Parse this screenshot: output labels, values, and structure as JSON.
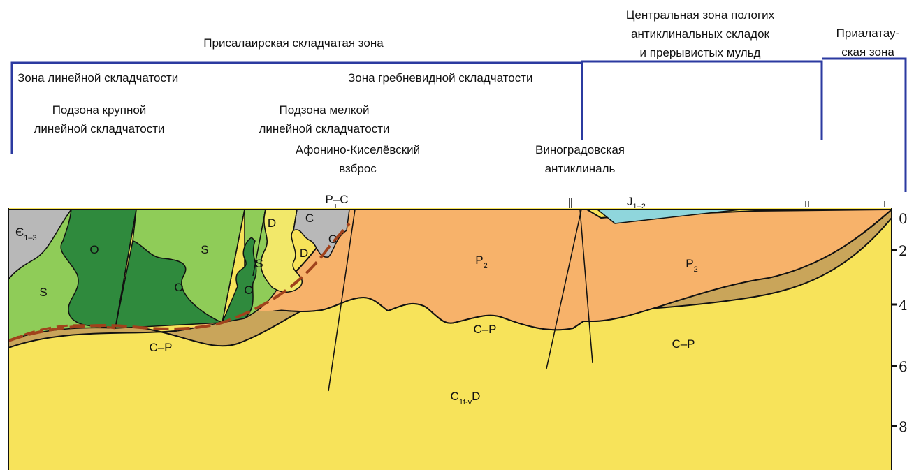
{
  "headers": {
    "prisalair_zone": "Присалаирская складчатая  зона",
    "central_zone": [
      "Центральная зона пологих",
      "антиклинальных складок",
      "и прерывистых мульд"
    ],
    "prialatau_zone": [
      "Приалатау-",
      "ская зона"
    ],
    "linear_folding_zone": "Зона линейной складчатости",
    "comb_folding_zone": "Зона гребневидной складчатости",
    "large_linear_subzone": [
      "Подзона крупной",
      "линейной складчатости"
    ],
    "small_linear_subzone": [
      "Подзона мелкой",
      "линейной складчатости"
    ],
    "afonino_fault": [
      "Афонино-Киселёвский",
      "взброс"
    ],
    "vinogradovo_anticline": [
      "Виноградовская",
      "антиклиналь"
    ]
  },
  "top_marks": {
    "p_c": "P–C",
    "j_base": "J",
    "j_sub": "1–2"
  },
  "units": {
    "cambrian": {
      "base": "Є",
      "sub": "1–3"
    },
    "ordovician": "O",
    "silurian": "S",
    "devonian": "D",
    "carboniferous": "C",
    "permian": {
      "base": "P",
      "sub": "2"
    },
    "carb_perm": "C–P",
    "lower_carb_dev": {
      "base": "C",
      "sub": "1t-v",
      "tail": "D"
    }
  },
  "depth_scale": {
    "ticks": [
      "0",
      "2",
      "4",
      "6",
      "8"
    ]
  },
  "colors": {
    "frame": "#2b3aa0",
    "yellow": "#f7e35a",
    "orange": "#f7b26a",
    "tan": "#c9a55a",
    "grey": "#b8b8b8",
    "dark_green": "#2f8a3d",
    "light_green": "#8fcc58",
    "pale_yellow": "#f2e86a",
    "cyan": "#8fd6dc",
    "dashed_fault": "#a0421c"
  }
}
